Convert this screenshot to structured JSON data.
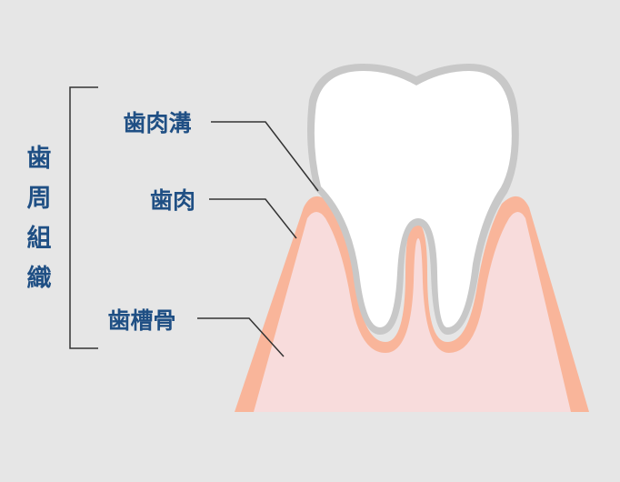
{
  "diagram": {
    "group_label": [
      "歯",
      "周",
      "組",
      "織"
    ],
    "labels": {
      "gingival_sulcus": "歯肉溝",
      "gingiva": "歯肉",
      "alveolar_bone": "歯槽骨"
    },
    "colors": {
      "background": "#e6e6e6",
      "label_text": "#1f4f84",
      "leader_line": "#333333",
      "tooth_fill": "#ffffff",
      "tooth_outline": "#c8c8c8",
      "gum": "#f9b59a",
      "bone": "#f8dcdc"
    }
  }
}
